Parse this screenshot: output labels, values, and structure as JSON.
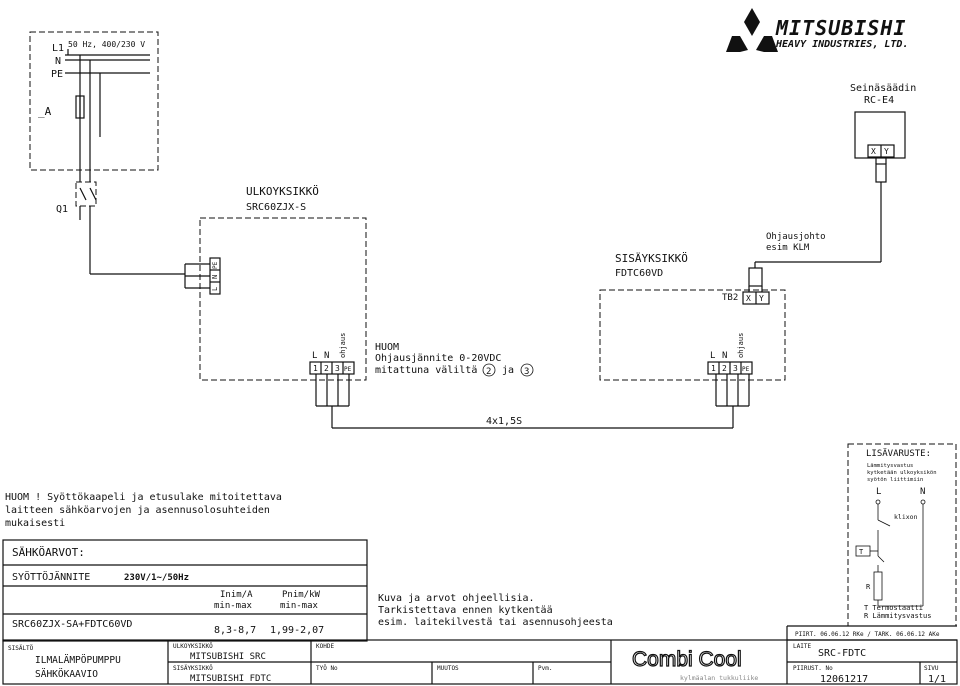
{
  "logo": {
    "line1": "MITSUBISHI",
    "line2": "HEAVY INDUSTRIES, LTD."
  },
  "supply": {
    "l1": "L1",
    "n": "N",
    "pe": "PE",
    "spec": "50 Hz, 400/230 V",
    "a": "_A",
    "q1": "Q1"
  },
  "outdoor": {
    "title": "ULKOYKSIKKÖ",
    "model": "SRC60ZJX-S",
    "terminal_labels": [
      "L",
      "N",
      "PE"
    ]
  },
  "indoor": {
    "title": "SISÄYKSIKKÖ",
    "model": "FDTC60VD",
    "tb2": "TB2"
  },
  "terminals": {
    "l": "L",
    "n": "N",
    "ohjaus": "ohjaus",
    "t1": "1",
    "t2": "2",
    "t3": "3",
    "pe": "PE",
    "x": "X",
    "y": "Y"
  },
  "wall_ctrl": {
    "title": "Seinäsäädin",
    "model": "RC-E4",
    "x": "X",
    "y": "Y"
  },
  "ctrl_wire": {
    "line1": "Ohjausjohto",
    "line2": "esim KLM"
  },
  "note_voltage": {
    "line1": "HUOM",
    "line2": "Ohjausjännite 0-20VDC",
    "line3_pre": "mitattuna väliltä",
    "c2": "2",
    "ja": "ja",
    "c3": "3"
  },
  "cable": "4x1,5S",
  "note_supply": {
    "line1": "HUOM ! Syöttökaapeli ja etusulake mitoitettava",
    "line2": "laitteen sähköarvojen ja asennusolosuhteiden",
    "line3": "mukaisesti"
  },
  "electrical": {
    "title": "SÄHKÖARVOT:",
    "supply_label": "SYÖTTÖJÄNNITE",
    "supply_value": "230V/1~/50Hz",
    "col1": "Inim/A",
    "col1_sub": "min-max",
    "col2": "Pnim/kW",
    "col2_sub": "min-max",
    "unit": "SRC60ZJX-SA+FDTC60VD",
    "inim": "8,3-8,7",
    "pnim": "1,99-2,07"
  },
  "disclaimer": {
    "line1": "Kuva ja arvot ohjeellisia.",
    "line2": "Tarkistettava ennen kytkentää",
    "line3": "esim. laitekilvestä tai asennusohjeesta"
  },
  "accessory": {
    "title": "LISÄVARUSTE:",
    "desc1": "Lämmitysvastus",
    "desc2": "kytketään ulkoyksikön",
    "desc3": "syötön liittimiin",
    "l": "L",
    "n": "N",
    "klixon": "klixon",
    "t": "T",
    "r": "R",
    "legend_t": "T  Termostaatti",
    "legend_r": "R  Lämmitysvastus"
  },
  "titleblock": {
    "sisalto_label": "SISÄLTÖ",
    "sisalto1": "ILMALÄMPÖPUMPPU",
    "sisalto2": "SÄHKÖKAAVIO",
    "outdoor_label": "ULKOYKSIKKÖ",
    "outdoor_value": "MITSUBISHI SRC",
    "indoor_label": "SISÄYKSIKKÖ",
    "indoor_value": "MITSUBISHI FDTC",
    "kohde": "KOHDE",
    "tyo_no": "TYÖ No",
    "muutos": "MUUTOS",
    "pvm": "Pvm.",
    "brand": "Combi Cool",
    "brand_sub": "kylmäalan tukkuliike",
    "piirt": "PIIRT. 06.06.12 RKe / TARK. 06.06.12 AKe",
    "laite_label": "LAITE",
    "laite_value": "SRC-FDTC",
    "piirust_label": "PIIRUST. No",
    "piirust_value": "12061217",
    "sivu_label": "SIVU",
    "sivu_value": "1/1"
  }
}
